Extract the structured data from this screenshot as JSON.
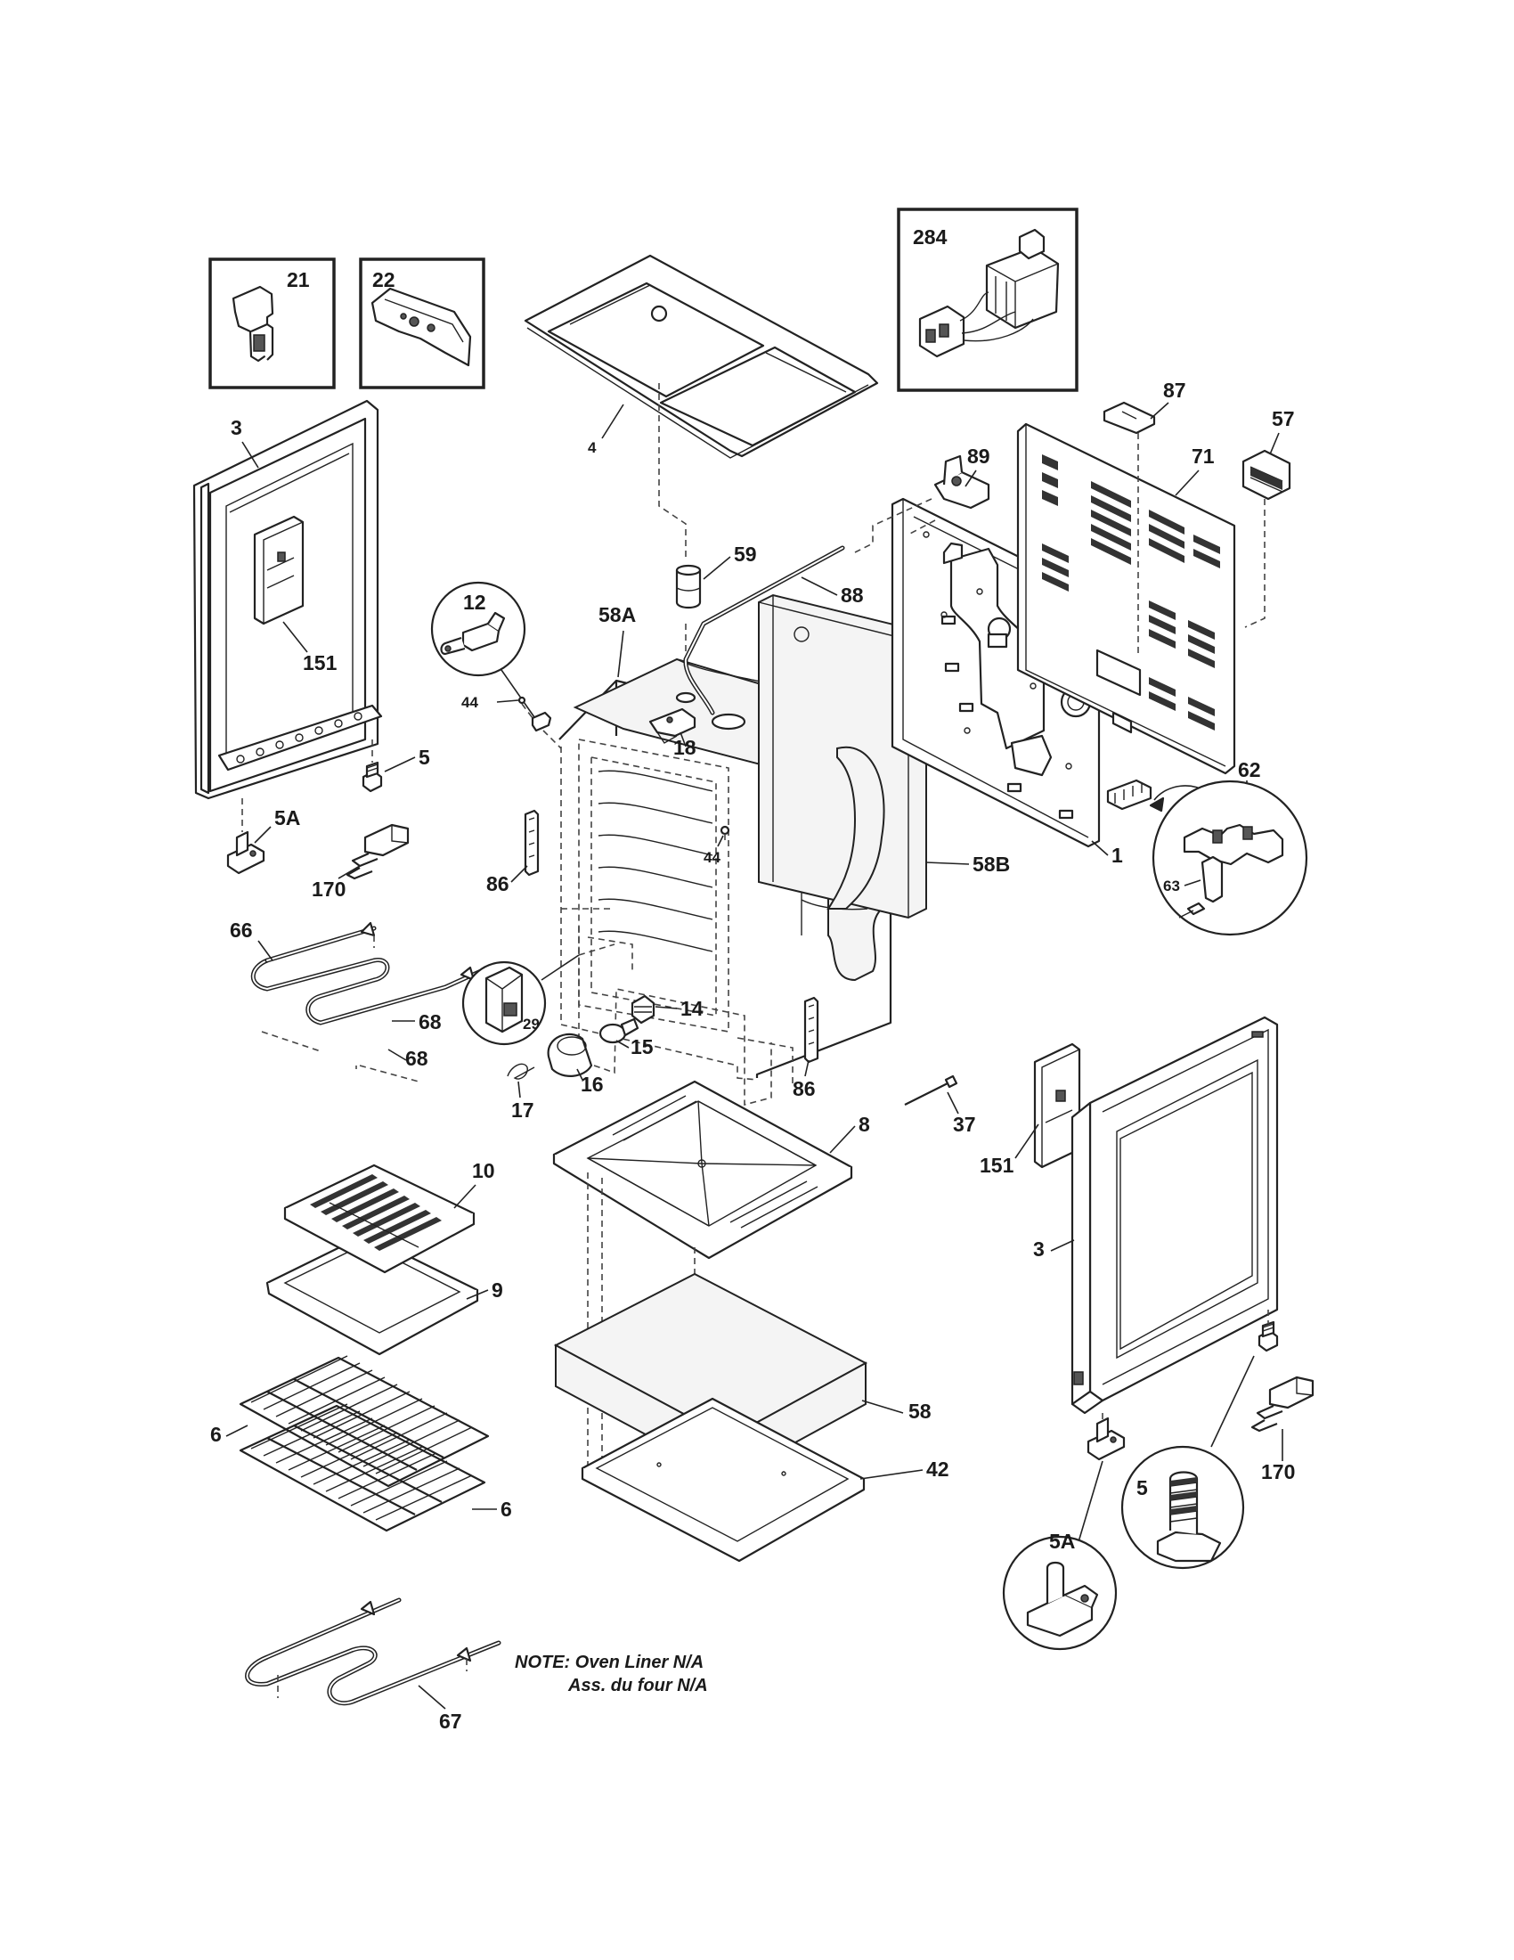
{
  "diagram": {
    "labels": {
      "p21": "21",
      "p22": "22",
      "p284": "284",
      "p3a": "3",
      "p4": "4",
      "p89": "89",
      "p87": "87",
      "p57": "57",
      "p71": "71",
      "p151a": "151",
      "p59": "59",
      "p12": "12",
      "p58A": "58A",
      "p88": "88",
      "p44a": "44",
      "p18": "18",
      "p5a": "5",
      "p5Aa": "5A",
      "p170a": "170",
      "p86a": "86",
      "p44b": "44",
      "p58B": "58B",
      "p1": "1",
      "p62": "62",
      "p63": "63",
      "p66": "66",
      "p29": "29",
      "p14": "14",
      "p15": "15",
      "p68a": "68",
      "p68b": "68",
      "p16": "16",
      "p86b": "86",
      "p17": "17",
      "p37": "37",
      "p8": "8",
      "p151b": "151",
      "p10": "10",
      "p9": "9",
      "p3b": "3",
      "p58": "58",
      "p6a": "6",
      "p42": "42",
      "p6b": "6",
      "p170b": "170",
      "p5b": "5",
      "p5Ab": "5A",
      "p67": "67"
    },
    "note": {
      "line1": "NOTE: Oven Liner N/A",
      "line2": "Ass. du four N/A"
    }
  }
}
